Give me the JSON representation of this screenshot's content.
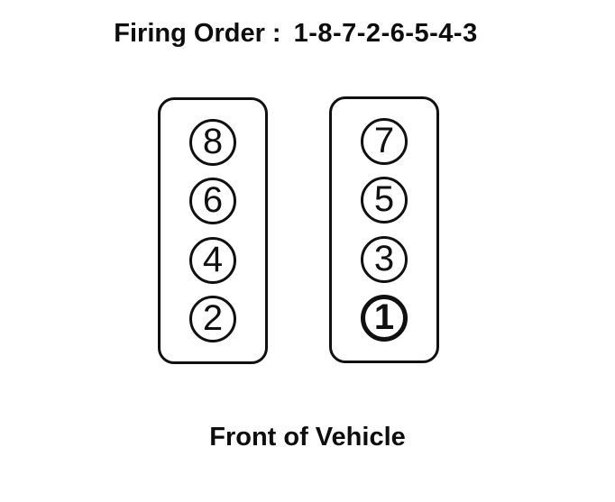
{
  "diagram": {
    "title": {
      "label": "Firing Order :",
      "sequence": "1-8-7-2-6-5-4-3"
    },
    "banks": [
      {
        "name": "left-bank",
        "cylinders": [
          "8",
          "6",
          "4",
          "2"
        ]
      },
      {
        "name": "right-bank",
        "cylinders": [
          "7",
          "5",
          "3",
          "1"
        ]
      }
    ],
    "emphasized_cylinder": "1",
    "front_label": "Front of Vehicle",
    "colors": {
      "ink": "#101010",
      "background": "#ffffff"
    }
  }
}
